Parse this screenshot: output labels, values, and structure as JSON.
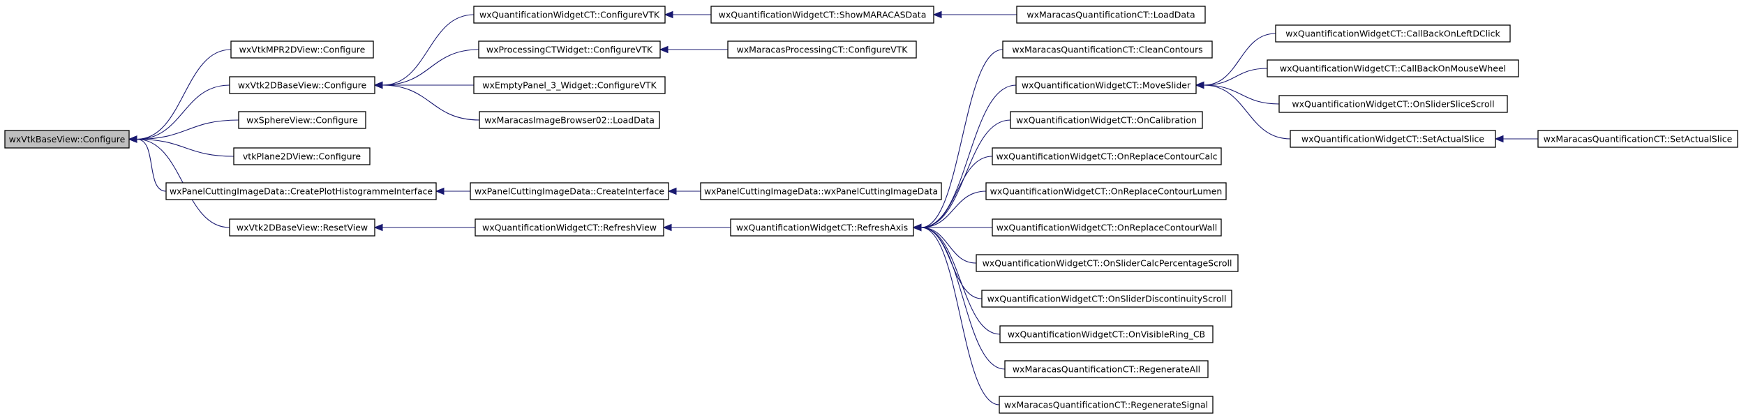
{
  "nodes": [
    {
      "id": "root",
      "label": "wxVtkBaseView::Configure",
      "root": true
    },
    {
      "id": "mpr2d",
      "label": "wxVtkMPR2DView::Configure"
    },
    {
      "id": "vtk2dconf",
      "label": "wxVtk2DBaseView::Configure"
    },
    {
      "id": "sphere",
      "label": "wxSphereView::Configure"
    },
    {
      "id": "plane2d",
      "label": "vtkPlane2DView::Configure"
    },
    {
      "id": "createplot",
      "label": "wxPanelCuttingImageData::CreatePlotHistogrammeInterface"
    },
    {
      "id": "resetview",
      "label": "wxVtk2DBaseView::ResetView"
    },
    {
      "id": "qconfvtk",
      "label": "wxQuantificationWidgetCT::ConfigureVTK"
    },
    {
      "id": "pconfvtk",
      "label": "wxProcessingCTWidget::ConfigureVTK"
    },
    {
      "id": "empty3",
      "label": "wxEmptyPanel_3_Widget::ConfigureVTK"
    },
    {
      "id": "browser02",
      "label": "wxMaracasImageBrowser02::LoadData"
    },
    {
      "id": "createiface",
      "label": "wxPanelCuttingImageData::CreateInterface"
    },
    {
      "id": "refreshview",
      "label": "wxQuantificationWidgetCT::RefreshView"
    },
    {
      "id": "showmaracas",
      "label": "wxQuantificationWidgetCT::ShowMARACASData"
    },
    {
      "id": "mpconfvtk",
      "label": "wxMaracasProcessingCT::ConfigureVTK"
    },
    {
      "id": "ctorpanel",
      "label": "wxPanelCuttingImageData::wxPanelCuttingImageData"
    },
    {
      "id": "refreshaxis",
      "label": "wxQuantificationWidgetCT::RefreshAxis"
    },
    {
      "id": "mqload",
      "label": "wxMaracasQuantificationCT::LoadData"
    },
    {
      "id": "clean",
      "label": "wxMaracasQuantificationCT::CleanContours"
    },
    {
      "id": "moveslider",
      "label": "wxQuantificationWidgetCT::MoveSlider"
    },
    {
      "id": "oncalib",
      "label": "wxQuantificationWidgetCT::OnCalibration"
    },
    {
      "id": "onrcalc",
      "label": "wxQuantificationWidgetCT::OnReplaceContourCalc"
    },
    {
      "id": "onrlumen",
      "label": "wxQuantificationWidgetCT::OnReplaceContourLumen"
    },
    {
      "id": "onrwall",
      "label": "wxQuantificationWidgetCT::OnReplaceContourWall"
    },
    {
      "id": "onscalc",
      "label": "wxQuantificationWidgetCT::OnSliderCalcPercentageScroll"
    },
    {
      "id": "onsdisc",
      "label": "wxQuantificationWidgetCT::OnSliderDiscontinuityScroll"
    },
    {
      "id": "onvis",
      "label": "wxQuantificationWidgetCT::OnVisibleRing_CB"
    },
    {
      "id": "regenall",
      "label": "wxMaracasQuantificationCT::RegenerateAll"
    },
    {
      "id": "regensig",
      "label": "wxMaracasQuantificationCT::RegenerateSignal"
    },
    {
      "id": "cbleft",
      "label": "wxQuantificationWidgetCT::CallBackOnLeftDClick"
    },
    {
      "id": "cbwheel",
      "label": "wxQuantificationWidgetCT::CallBackOnMouseWheel"
    },
    {
      "id": "onslice",
      "label": "wxQuantificationWidgetCT::OnSliderSliceScroll"
    },
    {
      "id": "setslice",
      "label": "wxQuantificationWidgetCT::SetActualSlice"
    },
    {
      "id": "mqsetslice",
      "label": "wxMaracasQuantificationCT::SetActualSlice"
    }
  ],
  "edges": [
    {
      "from": "mpr2d",
      "to": "root"
    },
    {
      "from": "vtk2dconf",
      "to": "root"
    },
    {
      "from": "sphere",
      "to": "root"
    },
    {
      "from": "plane2d",
      "to": "root"
    },
    {
      "from": "createplot",
      "to": "root"
    },
    {
      "from": "resetview",
      "to": "root"
    },
    {
      "from": "qconfvtk",
      "to": "vtk2dconf"
    },
    {
      "from": "pconfvtk",
      "to": "vtk2dconf"
    },
    {
      "from": "empty3",
      "to": "vtk2dconf"
    },
    {
      "from": "browser02",
      "to": "vtk2dconf"
    },
    {
      "from": "createiface",
      "to": "createplot"
    },
    {
      "from": "refreshview",
      "to": "resetview"
    },
    {
      "from": "showmaracas",
      "to": "qconfvtk"
    },
    {
      "from": "mpconfvtk",
      "to": "pconfvtk"
    },
    {
      "from": "ctorpanel",
      "to": "createiface"
    },
    {
      "from": "refreshaxis",
      "to": "refreshview"
    },
    {
      "from": "mqload",
      "to": "showmaracas"
    },
    {
      "from": "clean",
      "to": "refreshaxis"
    },
    {
      "from": "moveslider",
      "to": "refreshaxis"
    },
    {
      "from": "oncalib",
      "to": "refreshaxis"
    },
    {
      "from": "onrcalc",
      "to": "refreshaxis"
    },
    {
      "from": "onrlumen",
      "to": "refreshaxis"
    },
    {
      "from": "onrwall",
      "to": "refreshaxis"
    },
    {
      "from": "onscalc",
      "to": "refreshaxis"
    },
    {
      "from": "onsdisc",
      "to": "refreshaxis"
    },
    {
      "from": "onvis",
      "to": "refreshaxis"
    },
    {
      "from": "regenall",
      "to": "refreshaxis"
    },
    {
      "from": "regensig",
      "to": "refreshaxis"
    },
    {
      "from": "cbleft",
      "to": "moveslider"
    },
    {
      "from": "cbwheel",
      "to": "moveslider"
    },
    {
      "from": "onslice",
      "to": "moveslider"
    },
    {
      "from": "setslice",
      "to": "moveslider"
    },
    {
      "from": "mqsetslice",
      "to": "setslice"
    }
  ]
}
